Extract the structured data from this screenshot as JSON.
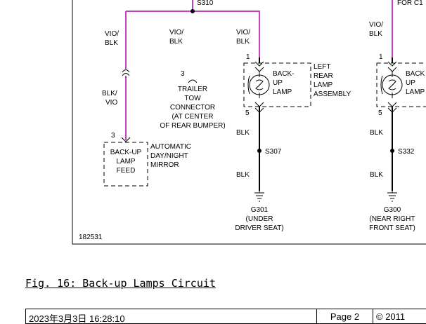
{
  "diagram": {
    "splice_top": "S310",
    "for_c_partial": "FOR C1",
    "wire_vio_blk_1": [
      "VIO/",
      "BLK"
    ],
    "wire_vio_blk_2": [
      "VIO/",
      "BLK"
    ],
    "wire_vio_blk_3": [
      "VIO/",
      "BLK"
    ],
    "wire_vio_blk_4": [
      "VIO/",
      "BLK"
    ],
    "wire_blk_vio": [
      "BLK/",
      "VIO"
    ],
    "trailer_pin": "3",
    "trailer_label": [
      "TRAILER",
      "TOW",
      "CONNECTOR",
      "(AT CENTER",
      "OF REAR BUMPER)"
    ],
    "mirror_pin": "3",
    "mirror_box": [
      "BACK-UP",
      "LAMP",
      "FEED"
    ],
    "mirror_label": [
      "AUTOMATIC",
      "DAY/NIGHT",
      "MIRROR"
    ],
    "left_lamp_pin_top": "1",
    "left_lamp_pin_bottom": "5",
    "left_lamp_box": [
      "BACK-",
      "UP",
      "LAMP"
    ],
    "left_lamp_label": [
      "LEFT",
      "REAR",
      "LAMP",
      "ASSEMBLY"
    ],
    "right_lamp_pin_top": "1",
    "right_lamp_pin_bottom": "5",
    "right_lamp_box": [
      "BACK",
      "UP",
      "LAMP"
    ],
    "wire_blk_labels": [
      "BLK",
      "BLK",
      "BLK",
      "BLK"
    ],
    "splice_left": "S307",
    "splice_right": "S332",
    "ground_left": [
      "G301",
      "(UNDER",
      "DRIVER SEAT)"
    ],
    "ground_right": [
      "G300",
      "(NEAR RIGHT",
      "FRONT SEAT)"
    ],
    "diagram_id": "182531"
  },
  "caption": "Fig. 16: Back-up Lamps Circuit",
  "footer": {
    "date": "2023年3月3日 16:28:10",
    "page": "Page 2",
    "copyright": "© 2011"
  },
  "colors": {
    "violet_wire": "#c040c0",
    "black_wire": "#000000"
  }
}
